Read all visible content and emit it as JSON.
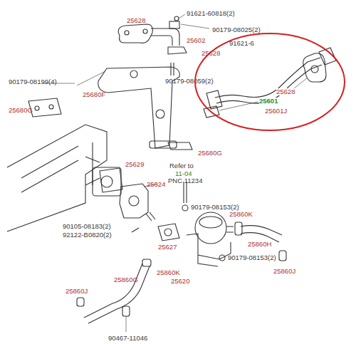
{
  "diagram": {
    "nodes": [
      {
        "text": [
          "25628",
          "25601",
          "25601J"
        ]
      }
    ],
    "labels": [
      "25628",
      "91621-60818(2)",
      "90179-08025(2)",
      "25602",
      "91621-6",
      "25628",
      "90179-08199(4)",
      "90179-08059(2)",
      "25680F",
      "25680G",
      "25680G",
      "25629",
      "Refer to",
      "11-04",
      "PNC 11234",
      "25624",
      "90179-08153(2)",
      "25860K",
      "90105-08183(2)",
      "92122-B0820(2)",
      "25860H",
      "25627",
      "25860K",
      "90179-08153(2)",
      "25620",
      "25860J",
      "25860G",
      "25860J",
      "90467-11046"
    ]
  }
}
